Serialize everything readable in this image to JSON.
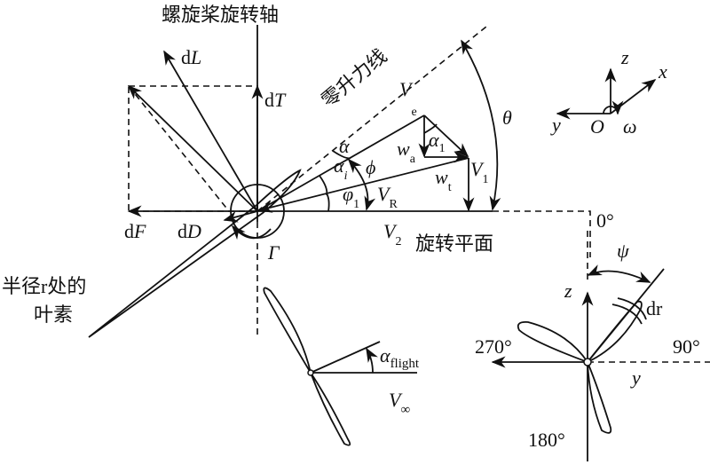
{
  "labels": {
    "axis_title": "螺旋桨旋转轴",
    "zero_lift_line": "零升力线",
    "rotation_plane": "旋转平面",
    "blade_element": [
      "半径r处的",
      "叶素"
    ],
    "dL": "dL",
    "dT": "dT",
    "dF": "dF",
    "dD": "dD",
    "Ve": "V",
    "Ve_sub": "e",
    "wa": "w",
    "wa_sub": "a",
    "wt": "w",
    "wt_sub": "t",
    "V1": "V",
    "V1_sub": "1",
    "VR": "V",
    "VR_sub": "R",
    "V2": "V",
    "V2_sub": "2",
    "alpha": "α",
    "alpha_i": "α",
    "alpha_i_sub": "i",
    "alpha1": "α",
    "alpha1_sub": "1",
    "phi": "ϕ",
    "phi1": "φ",
    "phi1_sub": "1",
    "theta": "θ",
    "gamma": "Γ",
    "alpha_flight": "α",
    "alpha_flight_sub": "flight",
    "Vinf": "V",
    "Vinf_sub": "∞",
    "z": "z",
    "x": "x",
    "y": "y",
    "O": "O",
    "omega": "ω",
    "psi": "ψ",
    "dr": "dr",
    "deg0": "0°",
    "deg90": "90°",
    "deg180": "180°",
    "deg270": "270°"
  }
}
